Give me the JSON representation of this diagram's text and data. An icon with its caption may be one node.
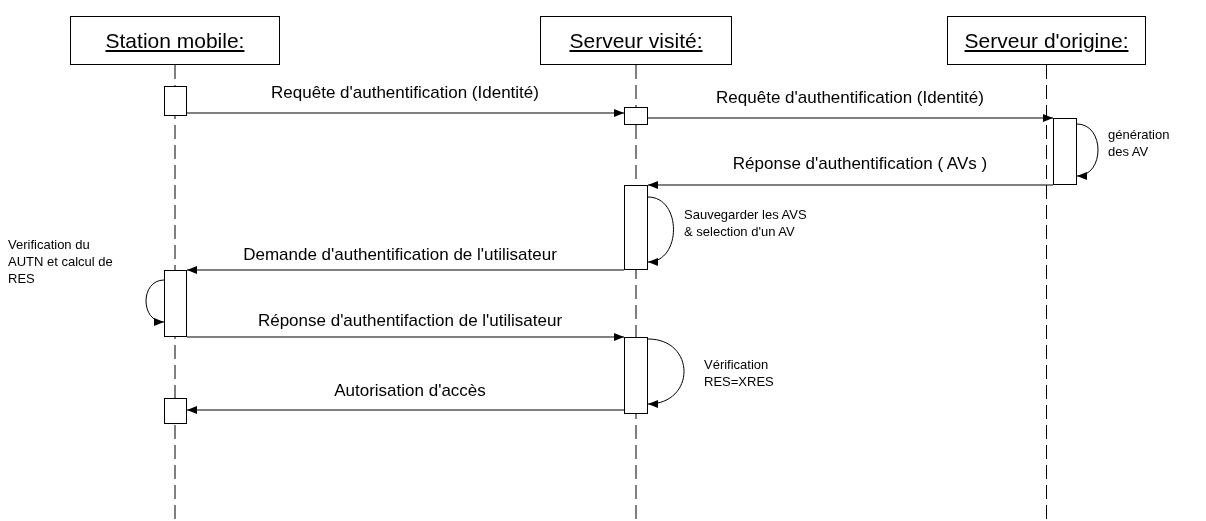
{
  "diagram": {
    "nodes": [
      {
        "text": [
          "Station mobile:"
        ]
      },
      {
        "text": [
          "Serveur visité:"
        ]
      },
      {
        "text": [
          "Serveur d'origine:"
        ]
      },
      {
        "text": [],
        "shape": "box"
      },
      {
        "text": [],
        "shape": "box"
      },
      {
        "text": [],
        "shape": "box"
      },
      {
        "text": [],
        "shape": "box"
      },
      {
        "text": [],
        "shape": "box"
      },
      {
        "text": [],
        "shape": "box"
      },
      {
        "text": [],
        "shape": "box"
      }
    ],
    "edges": [
      {
        "from": 3,
        "to": 4,
        "arrow": "to",
        "label": "Requête d'authentification (Identité)"
      },
      {
        "from": 4,
        "to": 5,
        "arrow": "to",
        "label": "Requête d'authentification (Identité)"
      },
      {
        "from": 5,
        "to": 5,
        "arrow": "to",
        "label": "génération des AV"
      },
      {
        "from": 5,
        "to": 6,
        "arrow": "to",
        "label": "Réponse d'authentification ( AVs )"
      },
      {
        "from": 6,
        "to": 6,
        "arrow": "to",
        "label": "Sauvegarder les AVS & selection d'un AV"
      },
      {
        "from": 6,
        "to": 7,
        "arrow": "to",
        "label": "Demande d'authentification de l'utilisateur"
      },
      {
        "from": 7,
        "to": 7,
        "arrow": "to",
        "label": "Verification du AUTN et calcul de RES"
      },
      {
        "from": 7,
        "to": 8,
        "arrow": "to",
        "label": "Réponse d'authentifaction de l'utilisateur"
      },
      {
        "from": 8,
        "to": 8,
        "arrow": "to",
        "label": "Vérification RES=XRES"
      },
      {
        "from": 8,
        "to": 9,
        "arrow": "to",
        "label": "Autorisation d'accès"
      }
    ]
  }
}
